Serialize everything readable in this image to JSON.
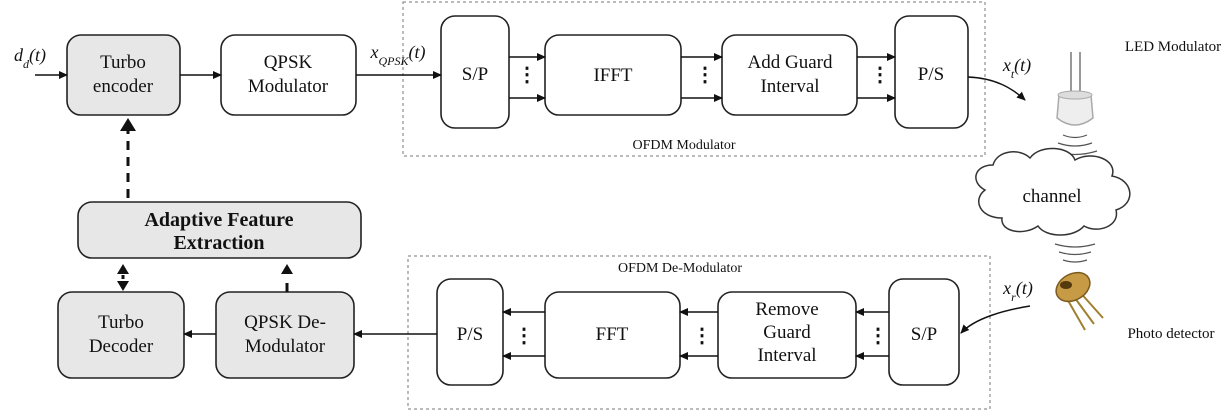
{
  "signals": {
    "input": "d_d(t)",
    "qpsk_out": "x_QPSK(t)",
    "tx_out": "x_t(t)",
    "rx_in": "x_r(t)"
  },
  "blocks": {
    "turbo_encoder": [
      "Turbo",
      "encoder"
    ],
    "qpsk_modulator": [
      "QPSK",
      "Modulator"
    ],
    "sp_tx": "S/P",
    "ifft": "IFFT",
    "add_guard": [
      "Add Guard",
      "Interval"
    ],
    "ps_tx": "P/S",
    "adaptive": [
      "Adaptive Feature",
      "Extraction"
    ],
    "turbo_decoder": [
      "Turbo",
      "Decoder"
    ],
    "qpsk_demod": [
      "QPSK De-",
      "Modulator"
    ],
    "ps_rx": "P/S",
    "fft": "FFT",
    "remove_guard": [
      "Remove",
      "Guard",
      "Interval"
    ],
    "sp_rx": "S/P"
  },
  "labels": {
    "ofdm_mod": "OFDM Modulator",
    "ofdm_demod": "OFDM De-Modulator",
    "led": "LED Modulator",
    "channel": "channel",
    "photo": "Photo detector",
    "dots": "⋮"
  },
  "colors": {
    "block_fill": "#ffffff",
    "gray_fill": "#e7e7e7",
    "stroke": "#222222"
  }
}
